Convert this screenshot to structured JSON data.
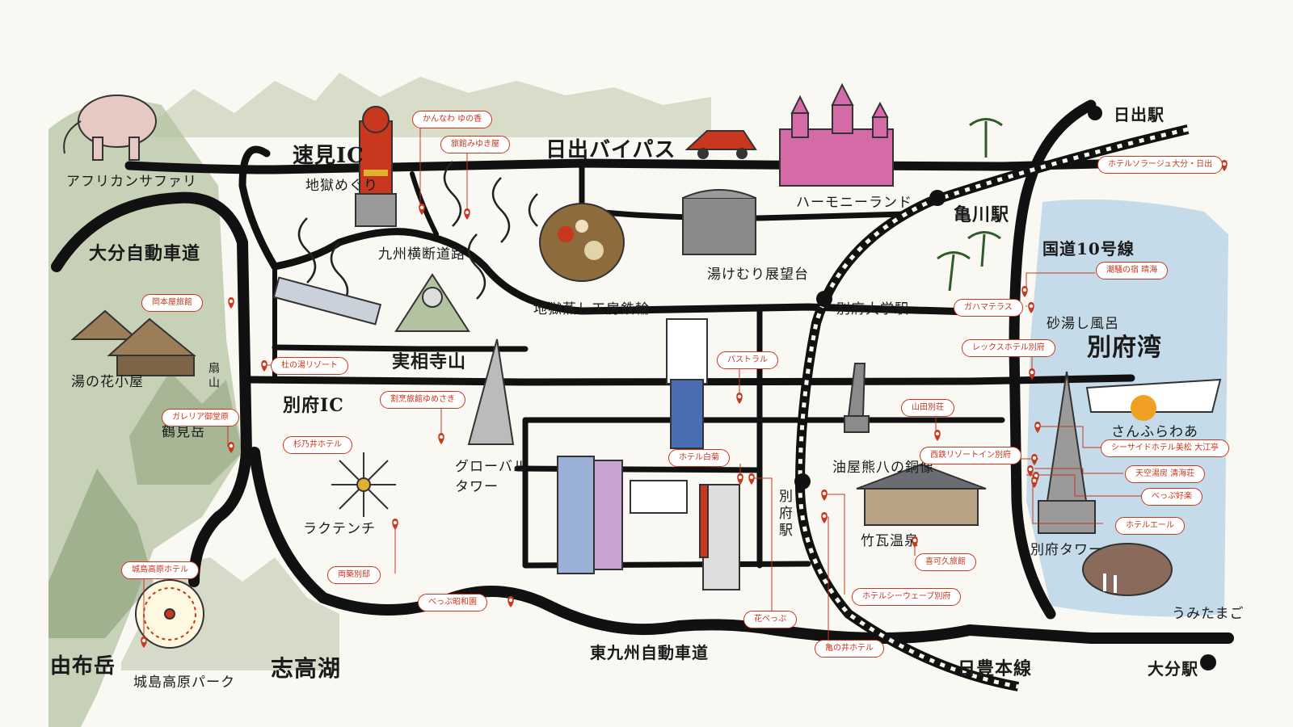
{
  "colors": {
    "accent": "#c8371e",
    "road": "#111111",
    "sea": "#bcd6e8",
    "mountain": "#8fa478",
    "paper": "#faf8f2"
  },
  "map_labels": {
    "hayami_ic": "速見IC",
    "hiji_bypass": "日出バイパス",
    "harmony_land": "ハーモニーランド",
    "hiji_station": "日出駅",
    "kamegawa_station": "亀川駅",
    "african_safari": "アフリカンサファリ",
    "oita_expressway": "大分自動車道",
    "jigoku_meguri": "地獄めぐり",
    "kyushu_odan_road": "九州横断道路",
    "yukemuri_observatory": "湯けむり展望台",
    "route10": "国道10号線",
    "yunohana_goya": "湯の花小屋",
    "ogiyama": "扇山",
    "jigokumushi_kobo": "地獄蒸し工房鉄輪",
    "beppu_univ_station": "別府大学駅",
    "sand_bath": "砂湯し風呂",
    "beppu_bay": "別府湾",
    "jissoji_yama": "実相寺山",
    "beppu_ic": "別府IC",
    "tsurumidake": "鶴見岳",
    "global_tower": "グローバルタワー",
    "sunflower": "さんふらわあ",
    "rakutenchi": "ラクテンチ",
    "aburaya_statue": "油屋熊八の銅像",
    "beppu_station": "別府駅",
    "takegawara_onsen": "竹瓦温泉",
    "beppu_tower": "別府タワー",
    "umitamago": "うみたまご",
    "higashi_kyushu_expressway": "東九州自動車道",
    "yufudake": "由布岳",
    "shidaka_lake": "志高湖",
    "kijima_kogen_park": "城島高原パーク",
    "nippo_line": "日豊本線",
    "oita_station": "大分駅"
  },
  "pins": [
    {
      "name": "かんなわ ゆの香"
    },
    {
      "name": "旅館みゆき屋"
    },
    {
      "name": "ホテルソラージュ大分・日出"
    },
    {
      "name": "岡本屋旅館"
    },
    {
      "name": "潮騒の宿 晴海"
    },
    {
      "name": "ガハマテラス"
    },
    {
      "name": "レックスホテル別府"
    },
    {
      "name": "杜の湯リゾート"
    },
    {
      "name": "パストラル"
    },
    {
      "name": "割烹旅館ゆめさき"
    },
    {
      "name": "山田別荘"
    },
    {
      "name": "ガレリア御堂原"
    },
    {
      "name": "杉乃井ホテル"
    },
    {
      "name": "西鉄リゾートイン別府"
    },
    {
      "name": "シーサイドホテル美松 大江亭"
    },
    {
      "name": "ホテル白菊"
    },
    {
      "name": "天空湯房 清海荘"
    },
    {
      "name": "べっぷ好楽"
    },
    {
      "name": "ホテルエール"
    },
    {
      "name": "喜可久旅館"
    },
    {
      "name": "城島高原ホテル"
    },
    {
      "name": "両築別邸"
    },
    {
      "name": "ホテルシーウェーブ別府"
    },
    {
      "name": "べっぷ昭和園"
    },
    {
      "name": "花べっぷ"
    },
    {
      "name": "亀の井ホテル"
    }
  ]
}
